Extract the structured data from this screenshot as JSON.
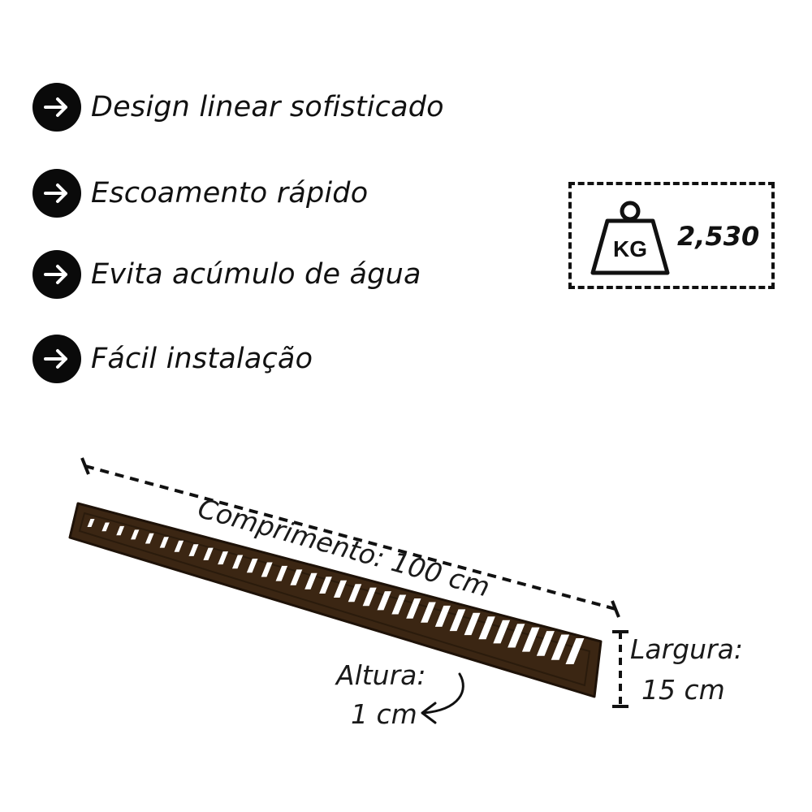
{
  "features": [
    {
      "label": "Design linear sofisticado",
      "icon": "arrow-right-icon"
    },
    {
      "label": "Escoamento rápido",
      "icon": "arrow-right-icon"
    },
    {
      "label": "Evita acúmulo de água",
      "icon": "arrow-right-icon"
    },
    {
      "label": "Fácil instalação",
      "icon": "arrow-right-icon"
    }
  ],
  "weight": {
    "icon": "kg-weight-icon",
    "icon_text": "KG",
    "value": "2,530"
  },
  "dimensions": {
    "length_label": "Comprimento: 100 cm",
    "width_name": "Largura:",
    "width_value": "15 cm",
    "height_name": "Altura:",
    "height_value": "1 cm"
  },
  "colors": {
    "grate": "#3b2613",
    "grate_edge": "#1e1208",
    "slot": "#ffffff",
    "badge": "#0a0a0a"
  }
}
